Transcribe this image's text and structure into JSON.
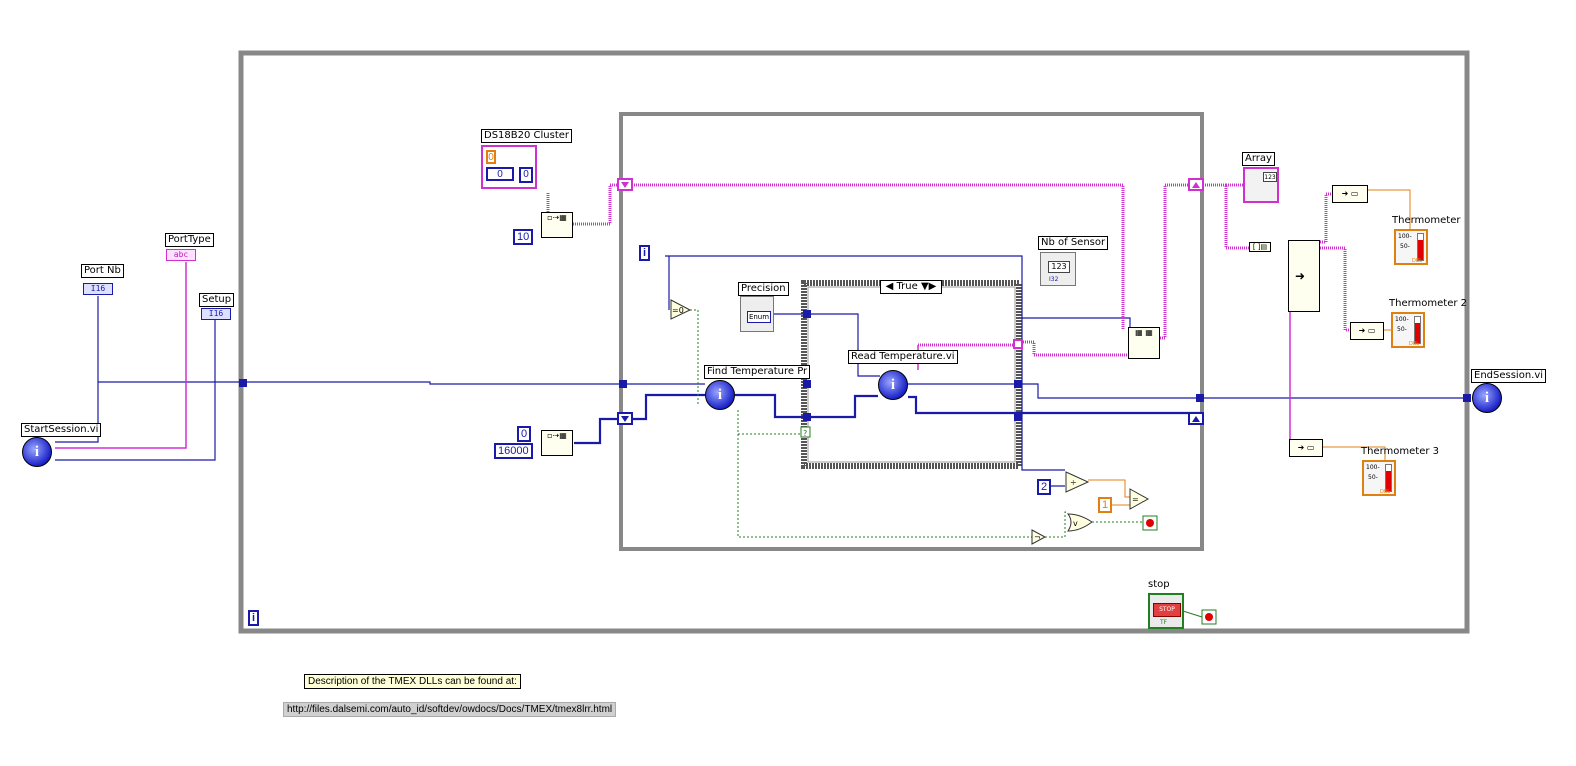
{
  "labels": {
    "start_session": "StartSession.vi",
    "port_nb": "Port Nb",
    "port_type": "PortType",
    "setup": "Setup",
    "ds18b20_cluster": "DS18B20 Cluster",
    "find_temperature": "Find Temperature Pr",
    "read_temperature": "Read Temperature.vi",
    "precision": "Precision",
    "nb_of_sensor": "Nb of Sensor",
    "array": "Array",
    "thermometer": "Thermometer",
    "thermometer_2": "Thermometer 2",
    "thermometer_3": "Thermometer 3",
    "end_session": "EndSession.vi",
    "stop": "stop",
    "case_selector": "True"
  },
  "terminals": {
    "port_nb_type": "I16",
    "port_type_type": "abc",
    "setup_type": "I16",
    "precision_type": "Enum",
    "nb_of_sensor_type": "I32",
    "nb_of_sensor_display": "123",
    "array_display": "123",
    "thermo_type": "DBL",
    "thermo_scale_top": "100-",
    "thermo_scale_mid": "50-",
    "stop_button": "STOP",
    "stop_type": "TF"
  },
  "constants": {
    "cluster_zero_a": "0",
    "cluster_zero_b": "0",
    "cluster_zero_c": "0",
    "ten": "10",
    "zero": "0",
    "sixteen_thousand": "16000",
    "two": "2",
    "one": "1"
  },
  "iteration_labels": {
    "inner": "i",
    "outer": "i"
  },
  "notes": {
    "description": "Description of the TMEX DLLs can be found at:",
    "url": "http://files.dalsemi.com/auto_id/softdev/owdocs/Docs/TMEX/tmex8lrr.html"
  },
  "colors": {
    "int_wire": "#1a1aa8",
    "string_wire": "#d030d0",
    "bool_wire": "#208020",
    "dbl_wire": "#e08010",
    "loop_frame": "#888888"
  }
}
